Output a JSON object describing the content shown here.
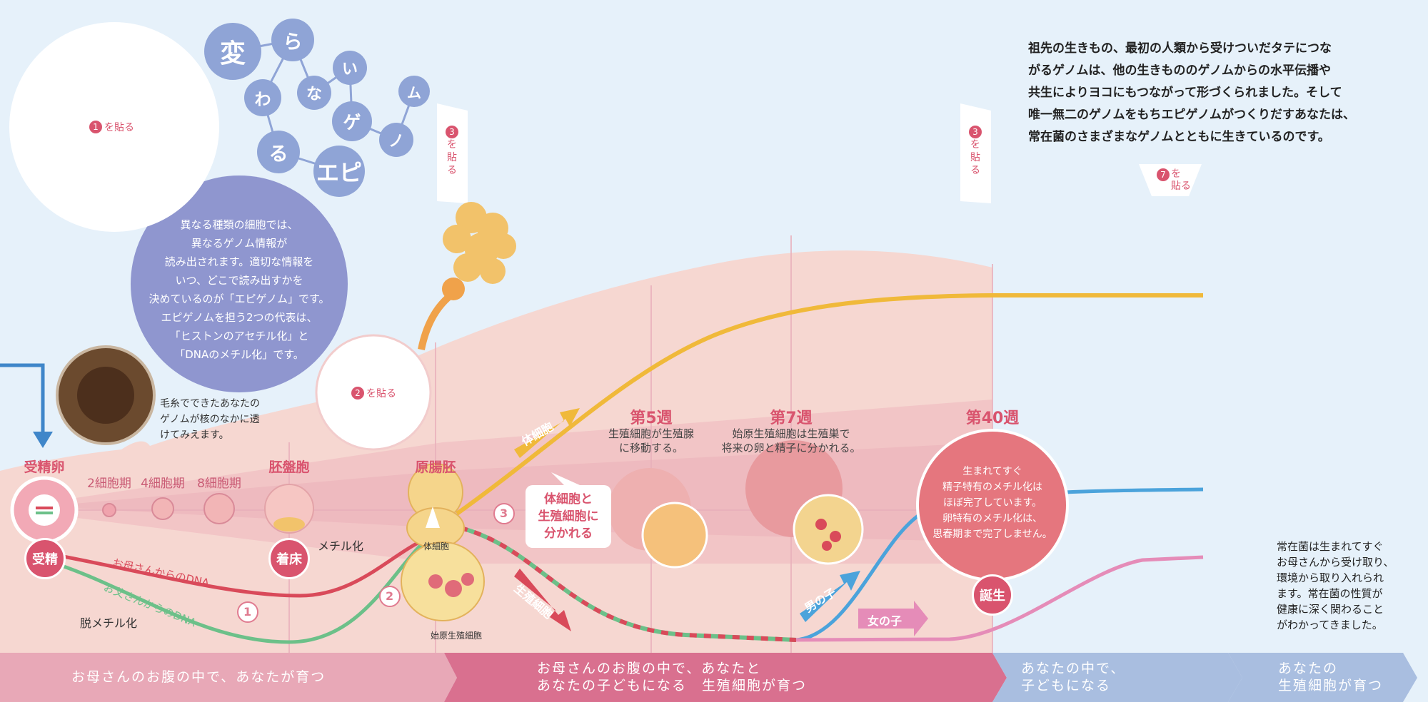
{
  "title_chars": [
    "変",
    "ら",
    "な",
    "い",
    "ム",
    "わ",
    "ゲ",
    "ノ",
    "る",
    "エピ"
  ],
  "paste_labels": {
    "p1": "を貼る",
    "p1_num": "1",
    "p2": "を貼る",
    "p2_num": "2",
    "p3a": "を\n貼\nる",
    "p3a_num": "3",
    "p3b": "を\n貼\nる",
    "p3b_num": "3",
    "p7": "を\n貼る",
    "p7_num": "7"
  },
  "epigenome_text": "異なる種類の細胞では、\n異なるゲノム情報が\n読み出されます。適切な情報を\nいつ、どこで読み出すかを\n決めているのが「エピゲノム」です。\nエピゲノムを担う2つの代表は、\n「ヒストンのアセチル化」と\n「DNAのメチル化」です。",
  "intro_text": "祖先の生きもの、最初の人類から受けついだタテにつな\nがるゲノムは、他の生きもののゲノムからの水平伝播や\n共生によりヨコにもつながって形づくられました。そして\n唯一無二のゲノムをもちエピゲノムがつくりだすあなたは、\n常在菌のさまざまなゲノムとともに生きているのです。",
  "yarn_caption": "毛糸でできたあなたの\nゲノムが核のなかに透\nけてみえます。",
  "stages": {
    "fertilized_egg": "受精卵",
    "cell2": "2細胞期",
    "cell4": "4細胞期",
    "cell8": "8細胞期",
    "blastocyst": "胚盤胞",
    "gastrula": "原腸胚"
  },
  "badges": {
    "fertilization": "受精",
    "implantation": "着床",
    "birth": "誕生"
  },
  "dna_labels": {
    "mother": "お母さんからのDNA",
    "father": "お父さんからのDNA",
    "methylation": "メチル化",
    "demethylation": "脱メチル化",
    "somatic_small": "体細胞",
    "primordial_small": "始原生殖細胞"
  },
  "markers": [
    "1",
    "2",
    "3"
  ],
  "arrows": {
    "somatic": "体細胞",
    "germ": "生殖細胞",
    "boy": "男の子",
    "girl": "女の子"
  },
  "split_bubble": "体細胞と\n生殖細胞に\n分かれる",
  "weeks": [
    {
      "title": "第5週",
      "desc": "生殖細胞が生殖腺\nに移動する。"
    },
    {
      "title": "第7週",
      "desc": "始原生殖細胞は生殖巣で\n将来の卵と精子に分かれる。"
    },
    {
      "title": "第40週",
      "desc": ""
    }
  ],
  "birth_text": "生まれてすぐ\n精子特有のメチル化は\nほぼ完了しています。\n卵特有のメチル化は、\n思春期まで完了しません。",
  "microbe_text": "常在菌は生まれてすぐ\nお母さんから受け取り、\n環境から取り入れられ\nます。常在菌の性質が\n健康に深く関わること\nがわかってきました。",
  "footer": [
    "お母さんのお腹の中で、あなたが育つ",
    "お母さんのお腹の中で、あなたと\nあなたの子どもになる　生殖細胞が育つ",
    "あなたの中で、\n子どもになる",
    "あなたの\n生殖細胞が育つ"
  ],
  "colors": {
    "pink": "#d9546e",
    "yellow": "#f0b93a",
    "blue": "#4ba3db",
    "green": "#6cc089",
    "red": "#d94a5a",
    "lavender": "#8f96cf"
  }
}
